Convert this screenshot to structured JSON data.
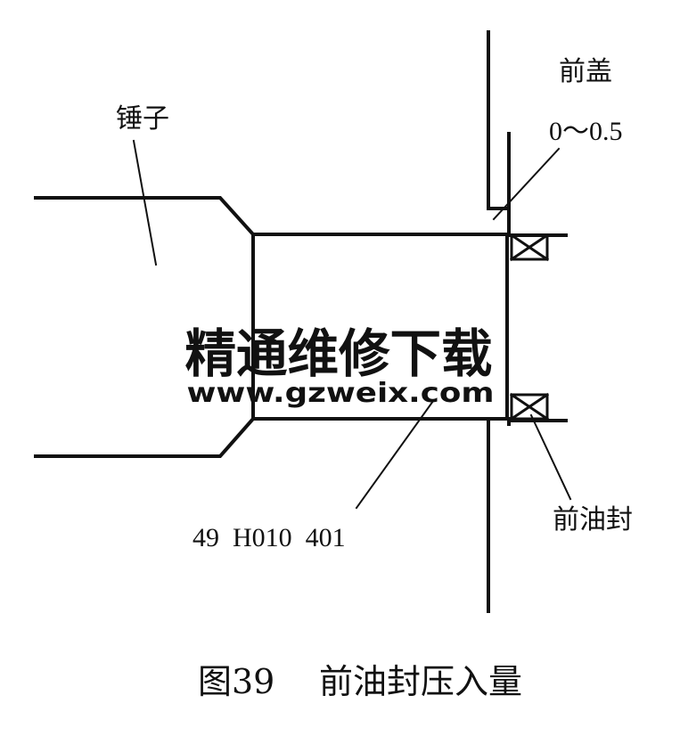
{
  "labels": {
    "hammer": "锤子",
    "front_cover": "前盖",
    "gap": "0～0.5",
    "front_oil_seal": "前油封",
    "part_number": "49  H010  401"
  },
  "caption": {
    "figure_number": "图39",
    "title": "前油封压入量"
  },
  "watermark": {
    "text": "精通维修下载",
    "url": "www.gzweix.com"
  },
  "colors": {
    "line": "#111111",
    "watermark": "#f3b49a",
    "background": "#ffffff"
  }
}
